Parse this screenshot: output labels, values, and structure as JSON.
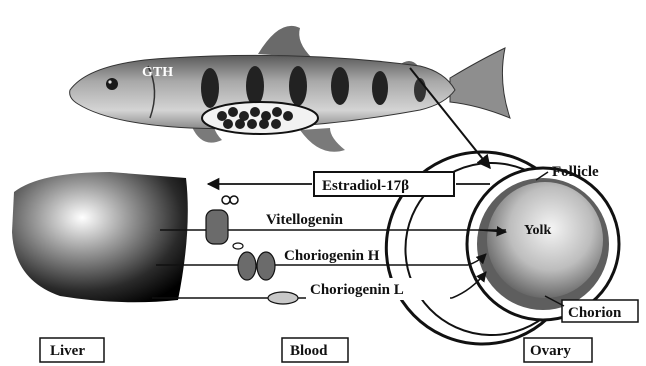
{
  "labels": {
    "gth": "GTH",
    "estradiol": "Estradiol-17β",
    "vitellogenin": "Vitellogenin",
    "choriogenin_h": "Choriogenin H",
    "choriogenin_l": "Choriogenin L",
    "follicle": "Follicle",
    "yolk": "Yolk",
    "chorion": "Chorion"
  },
  "sections": {
    "liver": "Liver",
    "blood": "Blood",
    "ovary": "Ovary"
  },
  "colors": {
    "ink": "#111111",
    "fish_body": "#9a9a9a",
    "fish_spot": "#2a2a2a",
    "liver_dark": "#111111",
    "protein": "#6b6b6b"
  }
}
